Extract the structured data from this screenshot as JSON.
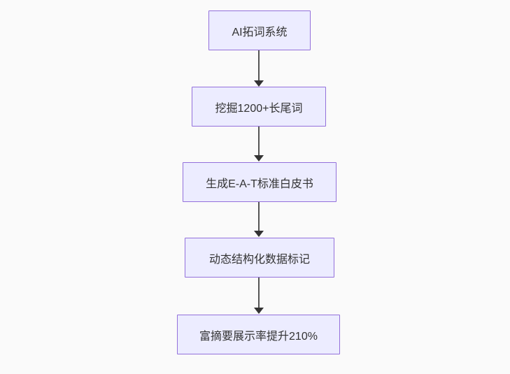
{
  "diagram": {
    "type": "flowchart-top-down",
    "nodes": [
      {
        "id": "A",
        "label": "AI拓词系统"
      },
      {
        "id": "B",
        "label": "挖掘1200+长尾词"
      },
      {
        "id": "C",
        "label": "生成E-A-T标准白皮书"
      },
      {
        "id": "D",
        "label": "动态结构化数据标记"
      },
      {
        "id": "E",
        "label": "富摘要展示率提升210%"
      }
    ],
    "edges": [
      {
        "from": "A",
        "to": "B"
      },
      {
        "from": "B",
        "to": "C"
      },
      {
        "from": "C",
        "to": "D"
      },
      {
        "from": "D",
        "to": "E"
      }
    ],
    "colors": {
      "background": "#fafafa",
      "node_fill": "#ECECFF",
      "node_border": "#9370DB",
      "edge_line": "#555555",
      "arrowhead": "#333333",
      "text": "#333333"
    }
  }
}
